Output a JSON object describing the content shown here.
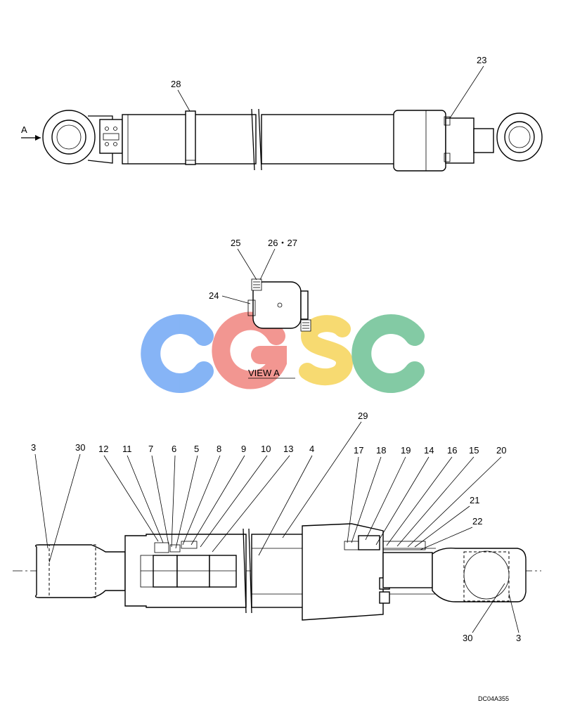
{
  "drawing_code": "DC04A355",
  "view_label": "VIEW  A",
  "arrow_label": "A",
  "watermark": {
    "text": "CGSC",
    "letters": [
      {
        "char": "C",
        "color": "#7fb0f5"
      },
      {
        "char": "G",
        "color": "#f2918c"
      },
      {
        "char": "S",
        "color": "#f7d96a"
      },
      {
        "char": "C",
        "color": "#7dc8a0"
      }
    ]
  },
  "callouts": {
    "top": [
      "28",
      "23"
    ],
    "view_a": [
      "25",
      "26・27",
      "24"
    ],
    "section_top": [
      "3",
      "30",
      "12",
      "11",
      "7",
      "6",
      "5",
      "8",
      "9",
      "10",
      "13",
      "4",
      "29",
      "17",
      "18",
      "19",
      "14",
      "16",
      "15",
      "20",
      "21",
      "22"
    ],
    "section_bottom": [
      "30",
      "3"
    ]
  }
}
